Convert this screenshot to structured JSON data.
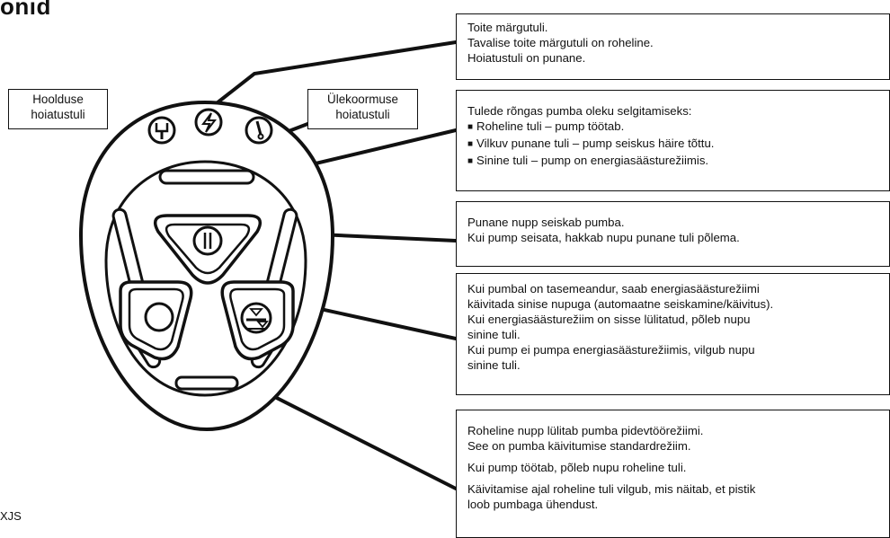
{
  "heading": "onid",
  "footer_code": "XJS",
  "labels": {
    "service_warning": [
      "Hoolduse",
      "hoiatustuli"
    ],
    "overload_warning": [
      "Ülekoormuse",
      "hoiatustuli"
    ]
  },
  "boxes": {
    "power": [
      "Toite märgutuli.",
      "Tavalise toite märgutuli on roheline.",
      "Hoiatustuli on punane."
    ],
    "ring": {
      "intro": "Tulede rõngas pumba oleku selgitamiseks:",
      "bullets": [
        "Roheline tuli – pump töötab.",
        "Vilkuv punane tuli – pump seiskus häire tõttu.",
        "Sinine tuli – pump on energiasäästurežiimis."
      ]
    },
    "red_button": [
      "Punane nupp seiskab pumba.",
      "Kui pump seisata, hakkab nupu punane tuli põlema."
    ],
    "blue_button": [
      "Kui pumbal on tasemeandur, saab energiasäästurežiimi",
      "käivitada sinise nupuga (automaatne seiskamine/käivitus).",
      "Kui energiasäästurežiim on sisse lülitatud, põleb nupu",
      "sinine tuli.",
      "Kui pump ei pumpa energiasäästurežiimis, vilgub nupu",
      "sinine tuli."
    ],
    "green_button": {
      "p1": [
        "Roheline nupp lülitab pumba pidevtöörežiimi.",
        "See on pumba käivitumise standardrežiim."
      ],
      "p2": [
        "Kui pump töötab, põleb nupu roheline tuli."
      ],
      "p3": [
        "Käivitamise ajal roheline tuli vilgub, mis näitab, et pistik",
        "loob pumbaga ühendust."
      ]
    }
  }
}
